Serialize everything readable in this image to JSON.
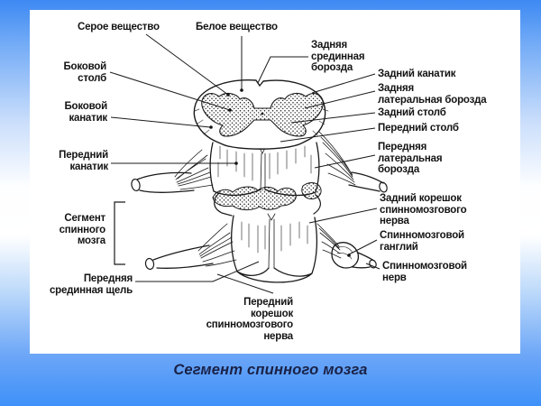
{
  "caption": "Сегмент спинного мозга",
  "colors": {
    "background_top": "#3d89f3",
    "background_middle": "#ffffff",
    "background_bottom": "#3e91f9",
    "panel": "#ffffff",
    "ink": "#1a1a1a",
    "caption_text": "#1a2146"
  },
  "annotations": [
    {
      "id": "gray-matter",
      "text": "Серое вещество"
    },
    {
      "id": "white-matter",
      "text": "Белое вещество"
    },
    {
      "id": "posterior-median-sulcus",
      "text": "Задняя\nсрединная\nборозда"
    },
    {
      "id": "posterior-funiculus",
      "text": "Задний канатик"
    },
    {
      "id": "posterior-lateral-sulcus",
      "text": "Задняя\nлатеральная борозда"
    },
    {
      "id": "posterior-column",
      "text": "Задний столб"
    },
    {
      "id": "anterior-column",
      "text": "Передний столб"
    },
    {
      "id": "anterior-lateral-sulcus",
      "text": "Передняя\nлатеральная\nборозда"
    },
    {
      "id": "posterior-root",
      "text": "Задний корешок\nспинномозгового\nнерва"
    },
    {
      "id": "spinal-ganglion",
      "text": "Спинномозговой\nганглий"
    },
    {
      "id": "spinal-nerve",
      "text": "Спинномозговой\nнерв"
    },
    {
      "id": "lateral-column",
      "text": "Боковой\nстолб"
    },
    {
      "id": "lateral-funiculus",
      "text": "Боковой\nканатик"
    },
    {
      "id": "anterior-funiculus",
      "text": "Передний\nканатик"
    },
    {
      "id": "segment-span",
      "text": "Сегмент\nспинного\nмозга"
    },
    {
      "id": "anterior-median-fissure",
      "text": "Передняя\nсрединная щель"
    },
    {
      "id": "anterior-root",
      "text": "Передний\nкорешок\nспинномозгового\nнерва"
    }
  ]
}
